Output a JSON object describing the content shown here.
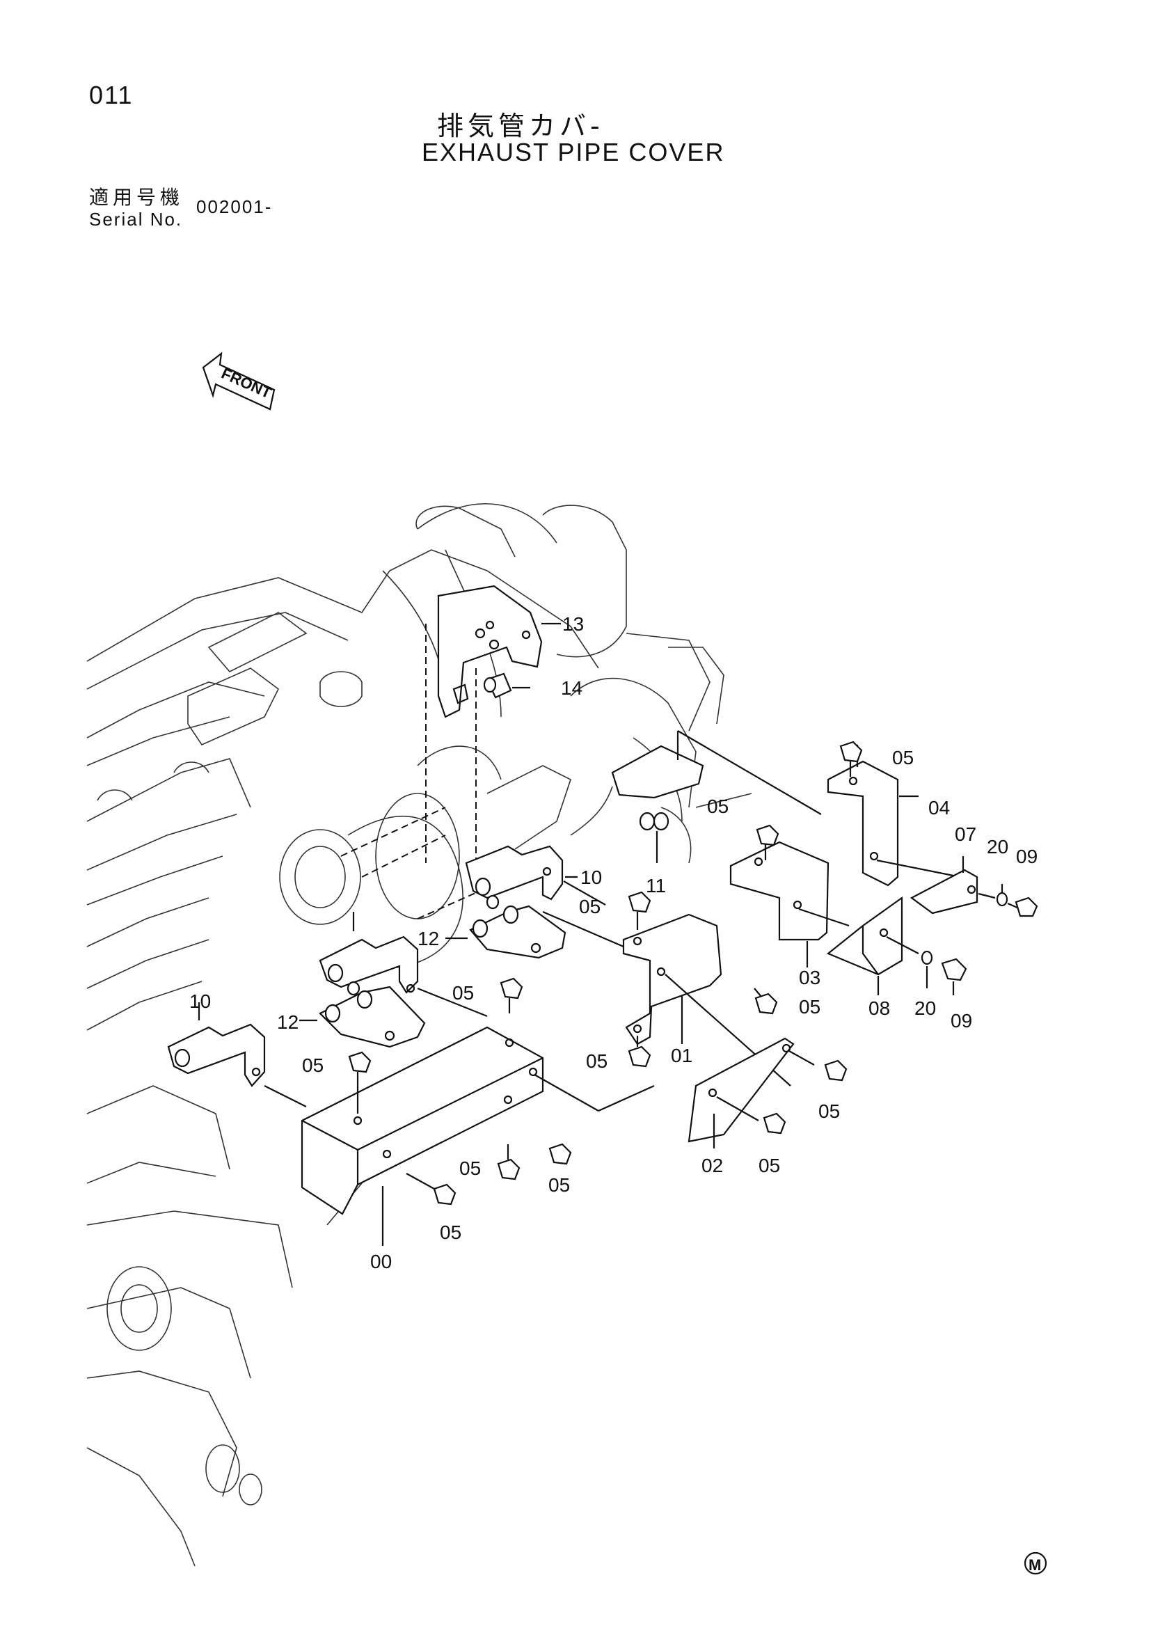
{
  "header": {
    "page_number": "011",
    "title_ja": "排気管カバ-",
    "title_en": "EXHAUST PIPE COVER",
    "serial_label_ja": "適用号機",
    "serial_label_en": "Serial No.",
    "serial_value": "002001-"
  },
  "front_arrow": {
    "label": "FRONT"
  },
  "footer": {
    "mark": "M"
  },
  "part_labels": [
    "13",
    "14",
    "05",
    "04",
    "07",
    "20",
    "09",
    "05",
    "10",
    "11",
    "05",
    "03",
    "08",
    "20",
    "09",
    "12",
    "05",
    "05",
    "01",
    "10",
    "12",
    "05",
    "05",
    "05",
    "05",
    "05",
    "02",
    "05",
    "00"
  ]
}
